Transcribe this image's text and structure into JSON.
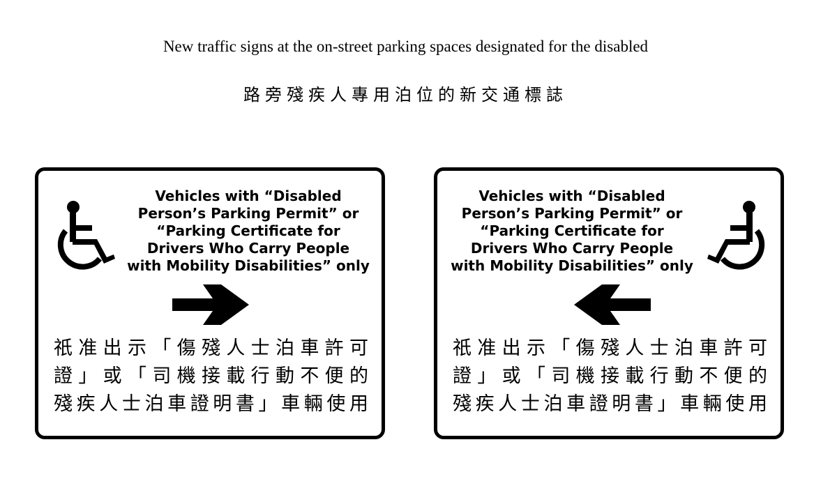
{
  "title_en": "New traffic signs at the on-street parking spaces designated for the disabled",
  "title_zh": "路旁殘疾人專用泊位的新交通標誌",
  "signs": [
    {
      "direction": "right",
      "icon": "wheelchair-icon",
      "en_lines": [
        "Vehicles with “Disabled",
        "Person’s Parking Permit” or",
        "“Parking Certificate for",
        "Drivers Who Carry People",
        "with Mobility Disabilities” only"
      ],
      "zh_lines": [
        "祇准出示「傷殘人士泊車許可",
        "證」或「司機接載行動不便的",
        "殘疾人士泊車證明書」車輛使用"
      ]
    },
    {
      "direction": "left",
      "icon": "wheelchair-icon",
      "en_lines": [
        "Vehicles with “Disabled",
        "Person’s Parking Permit” or",
        "“Parking Certificate for",
        "Drivers Who Carry People",
        "with Mobility Disabilities” only"
      ],
      "zh_lines": [
        "祇准出示「傷殘人士泊車許可",
        "證」或「司機接載行動不便的",
        "殘疾人士泊車證明書」車輛使用"
      ]
    }
  ]
}
